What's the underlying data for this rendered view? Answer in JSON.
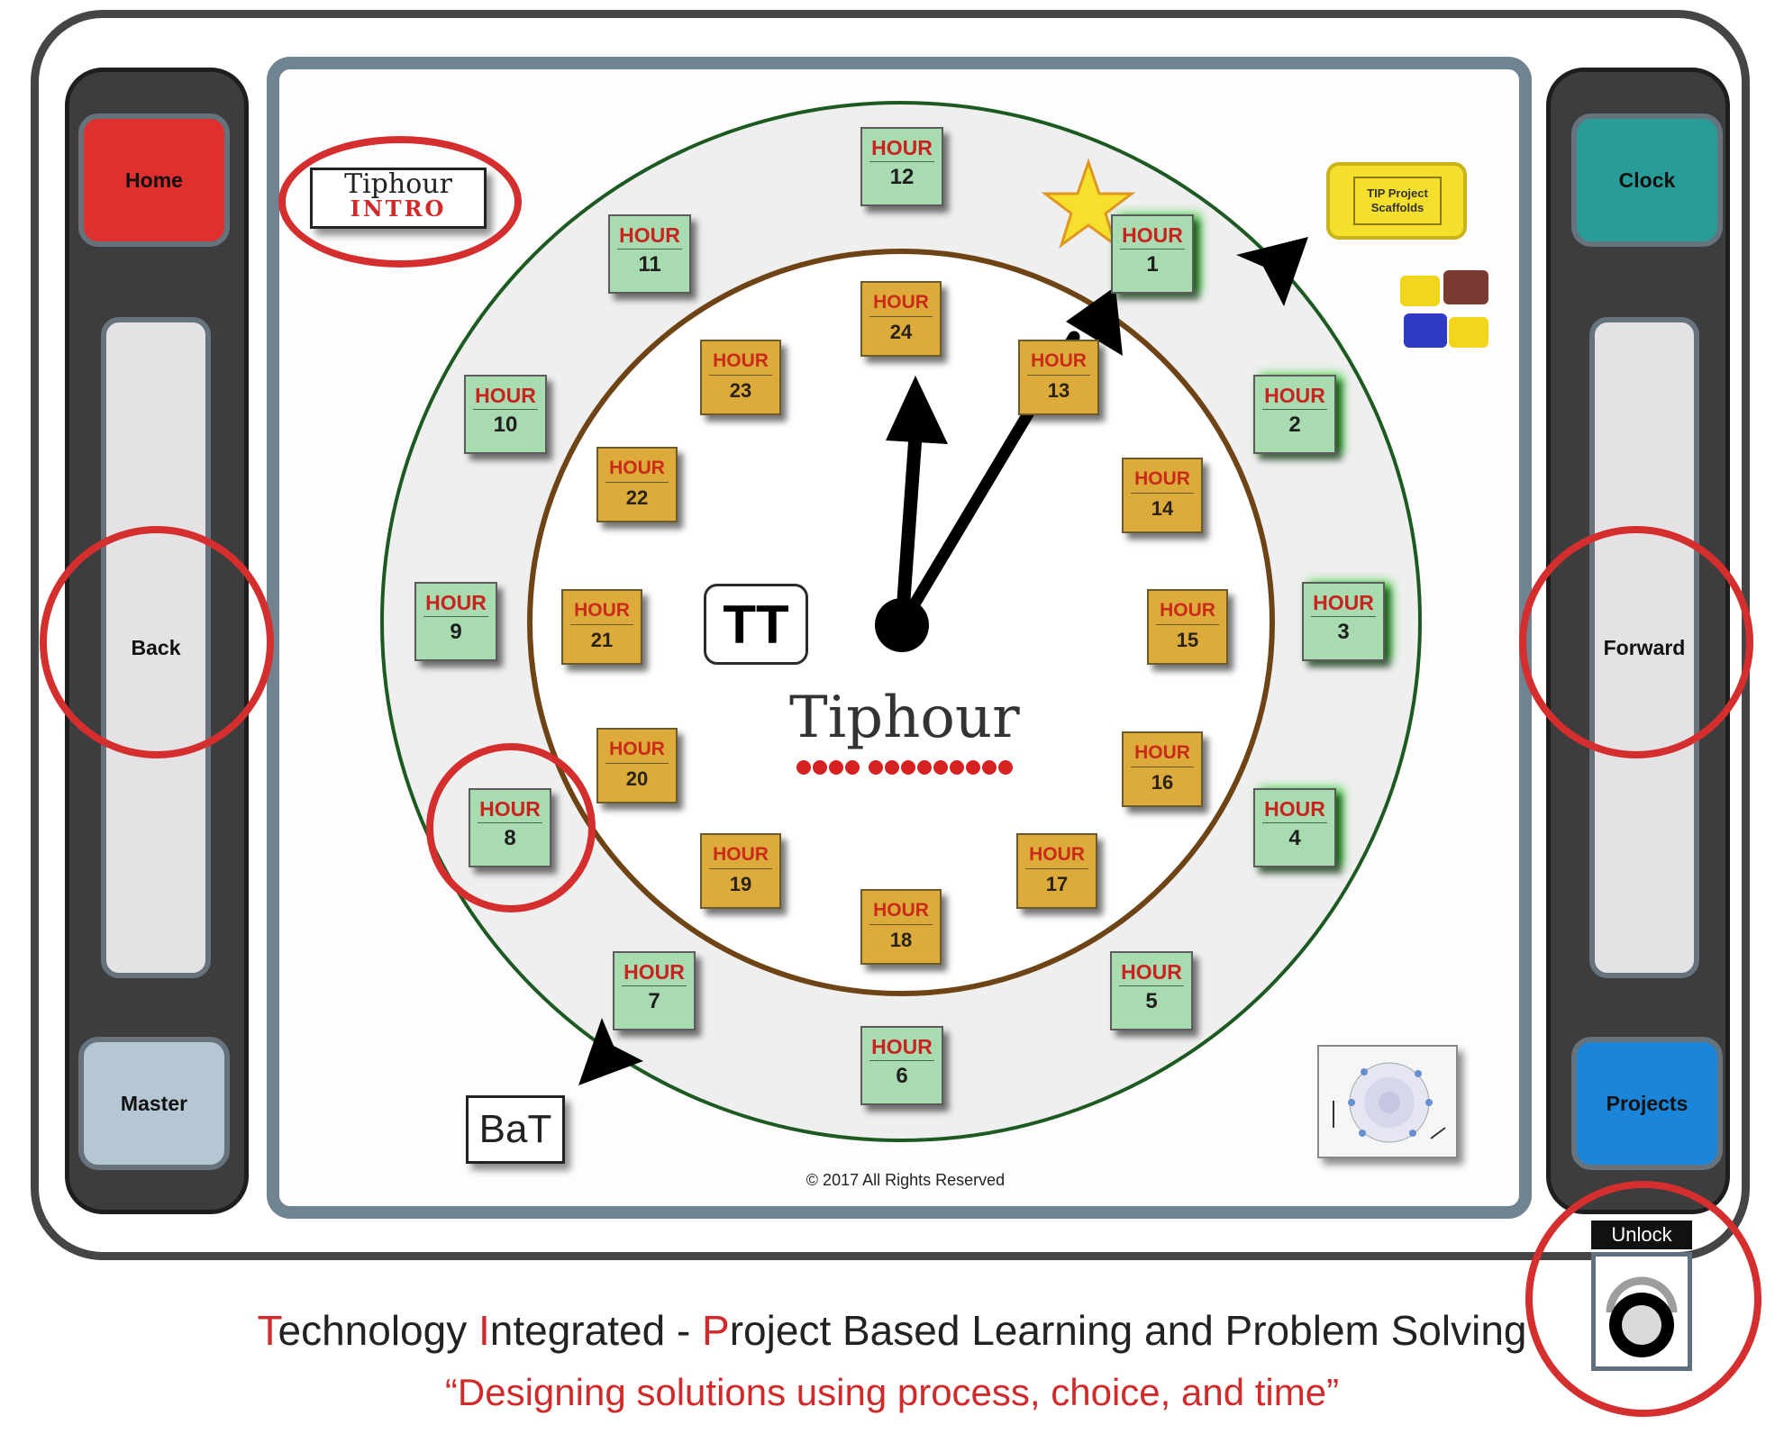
{
  "left_panel": {
    "home_label": "Home",
    "back_label": "Back",
    "master_label": "Master"
  },
  "right_panel": {
    "clock_label": "Clock",
    "forward_label": "Forward",
    "projects_label": "Projects",
    "unlock_label": "Unlock"
  },
  "board": {
    "intro_logo": {
      "line1": "Tiphour",
      "line2": "INTRO"
    },
    "scaffolds_label": {
      "line1": "TIP Project",
      "line2": "Scaffolds"
    },
    "tt_label": "TT",
    "bat_label": "BaT",
    "copyright": "© 2017 All Rights Reserved",
    "center_logo": "Tiphour"
  },
  "hour_word": "HOUR",
  "outer_hours": [
    {
      "num": "12",
      "glow": false
    },
    {
      "num": "1",
      "glow": true
    },
    {
      "num": "2",
      "glow": true
    },
    {
      "num": "3",
      "glow": true
    },
    {
      "num": "4",
      "glow": true
    },
    {
      "num": "5",
      "glow": false
    },
    {
      "num": "6",
      "glow": false
    },
    {
      "num": "7",
      "glow": false
    },
    {
      "num": "8",
      "glow": false
    },
    {
      "num": "9",
      "glow": false
    },
    {
      "num": "10",
      "glow": false
    },
    {
      "num": "11",
      "glow": false
    }
  ],
  "inner_hours": [
    "24",
    "13",
    "14",
    "15",
    "16",
    "17",
    "18",
    "19",
    "20",
    "21",
    "22",
    "23"
  ],
  "footer": {
    "tagline_parts": [
      {
        "text": "T",
        "red": true
      },
      {
        "text": "echnology ",
        "red": false
      },
      {
        "text": "I",
        "red": true
      },
      {
        "text": "ntegrated - ",
        "red": false
      },
      {
        "text": "P",
        "red": true
      },
      {
        "text": "roject Based Learning and Problem Solving",
        "red": false
      }
    ],
    "quote": "“Designing solutions using process, choice, and time”"
  },
  "colors": {
    "home": "#df2f2f",
    "clock": "#289d97",
    "projects": "#1b86d9",
    "master": "#b4c7d3",
    "outer_tile": "#a9dbb1",
    "inner_tile": "#dcab3c",
    "highlight": "#d42e2e"
  }
}
